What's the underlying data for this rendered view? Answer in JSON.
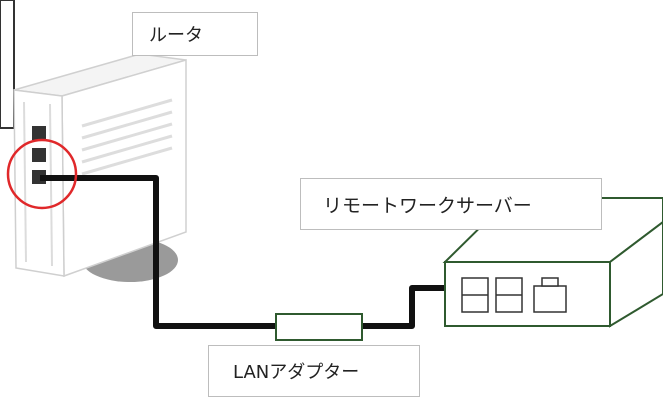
{
  "labels": {
    "router": "ルータ",
    "server": "リモートワークサーバー",
    "adapter": "LANアダプター"
  },
  "colors": {
    "cable": "#111111",
    "server_outline": "#2f5a2f",
    "highlight_circle": "#e0282a",
    "router_shadow": "#9a9a9a"
  }
}
